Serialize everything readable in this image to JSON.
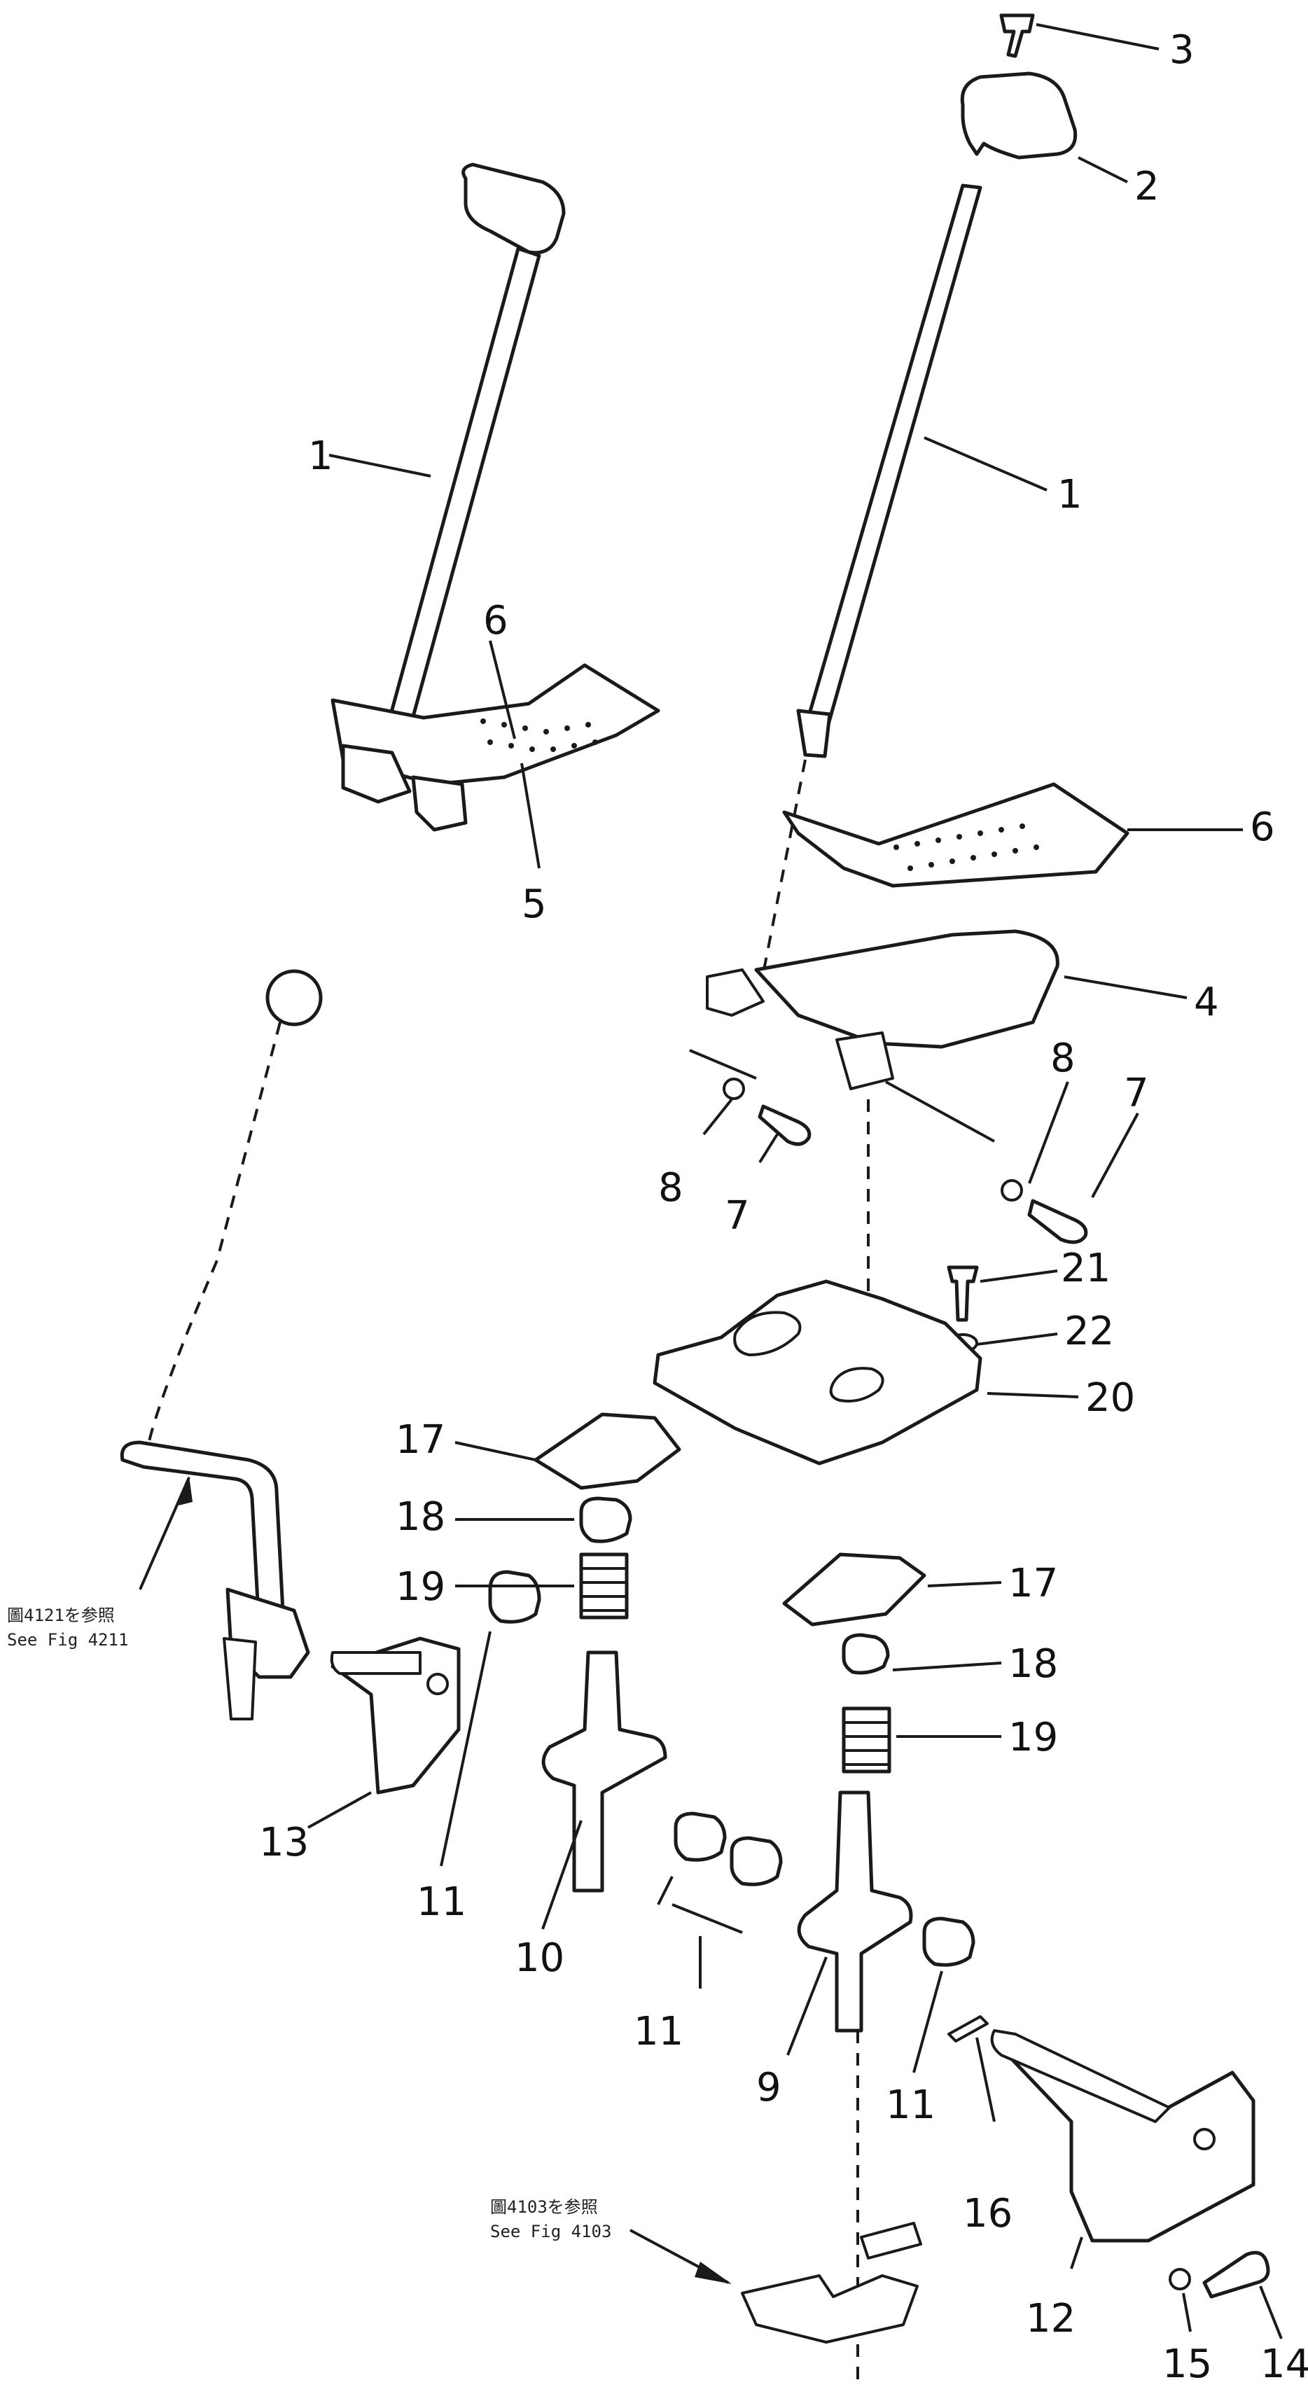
{
  "callouts": {
    "c1a": "1",
    "c1b": "1",
    "c2": "2",
    "c3": "3",
    "c4": "4",
    "c5": "5",
    "c6a": "6",
    "c6b": "6",
    "c7a": "7",
    "c7b": "7",
    "c8a": "8",
    "c8b": "8",
    "c9": "9",
    "c10": "10",
    "c11a": "11",
    "c11b": "11",
    "c11c": "11",
    "c12": "12",
    "c13": "13",
    "c14": "14",
    "c15": "15",
    "c16": "16",
    "c17a": "17",
    "c17b": "17",
    "c18a": "18",
    "c18b": "18",
    "c19a": "19",
    "c19b": "19",
    "c20": "20",
    "c21": "21",
    "c22": "22"
  },
  "notes": {
    "ref_upper_line1": "圖4121を参照",
    "ref_upper_line2": "See Fig 4211",
    "ref_lower_line1": "圖4103を参照",
    "ref_lower_line2": "See Fig 4103"
  }
}
